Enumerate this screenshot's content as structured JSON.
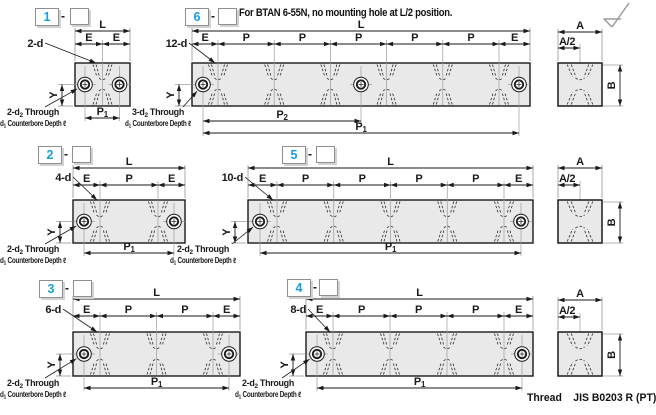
{
  "separator": "-",
  "thread_note": {
    "label": "Thread",
    "value": "JIS B0203 R (PT)"
  },
  "dimension_labels": {
    "length": "L",
    "edge": "E",
    "pitch": "P",
    "pitch_1": "P₁",
    "pitch_2": "P₂",
    "offset_y": "Y",
    "width_a": "A",
    "width_half": "A/2",
    "height_b": "B"
  },
  "variants": [
    {
      "number": "1",
      "side_hole_callout": "2-d",
      "segments": [
        "E",
        "E"
      ],
      "counterbore_note": [
        "2-d₂ Through",
        "d₁ Counterbore Depth ℓ"
      ],
      "bottom_dimensions": [
        "P₁"
      ],
      "mounting_holes": 2
    },
    {
      "number": "2",
      "side_hole_callout": "4-d",
      "segments": [
        "E",
        "P",
        "E"
      ],
      "counterbore_note": [
        "2-d₂ Through",
        "d₁ Counterbore Depth ℓ"
      ],
      "bottom_dimensions": [
        "P₁"
      ],
      "mounting_holes": 2
    },
    {
      "number": "3",
      "side_hole_callout": "6-d",
      "segments": [
        "E",
        "P",
        "P",
        "E"
      ],
      "counterbore_note": [
        "2-d₂ Through",
        "d₁ Counterbore Depth ℓ"
      ],
      "bottom_dimensions": [
        "P₁"
      ],
      "mounting_holes": 2
    },
    {
      "number": "4",
      "side_hole_callout": "8-d",
      "segments": [
        "E",
        "P",
        "P",
        "P",
        "E"
      ],
      "counterbore_note": [
        "2-d₂ Through",
        "d₁ Counterbore Depth ℓ"
      ],
      "bottom_dimensions": [
        "P₁"
      ],
      "mounting_holes": 2
    },
    {
      "number": "5",
      "side_hole_callout": "10-d",
      "segments": [
        "E",
        "P",
        "P",
        "P",
        "P",
        "E"
      ],
      "counterbore_note": [
        "2-d₂ Through",
        "d₁ Counterbore Depth ℓ"
      ],
      "bottom_dimensions": [
        "P₁"
      ],
      "mounting_holes": 2
    },
    {
      "number": "6",
      "side_hole_callout": "12-d",
      "segments": [
        "E",
        "P",
        "P",
        "P",
        "P",
        "P",
        "E"
      ],
      "note": "For BTAN 6-55N, no mounting hole at L/2 position.",
      "counterbore_note": [
        "3-d₂ Through",
        "d₁ Counterbore Depth ℓ"
      ],
      "bottom_dimensions": [
        "P₂",
        "P₁"
      ],
      "mounting_holes": 3
    }
  ],
  "end_view": {
    "labels": [
      "A",
      "A/2",
      "B"
    ]
  },
  "icons": {
    "surface_finish": "machining-checkmark-icon"
  },
  "colors": {
    "accent": "#15a0dc",
    "line": "#1a1a1a",
    "hidden": "#2e2e2e",
    "bar_fill": "#e9e9e9",
    "centerline": "#9b9b9b",
    "extension": "#6e6e6e",
    "box_border": "#8f8f8f",
    "box_shadow": "#d2d2d2",
    "mark": "#9c9c9c"
  }
}
